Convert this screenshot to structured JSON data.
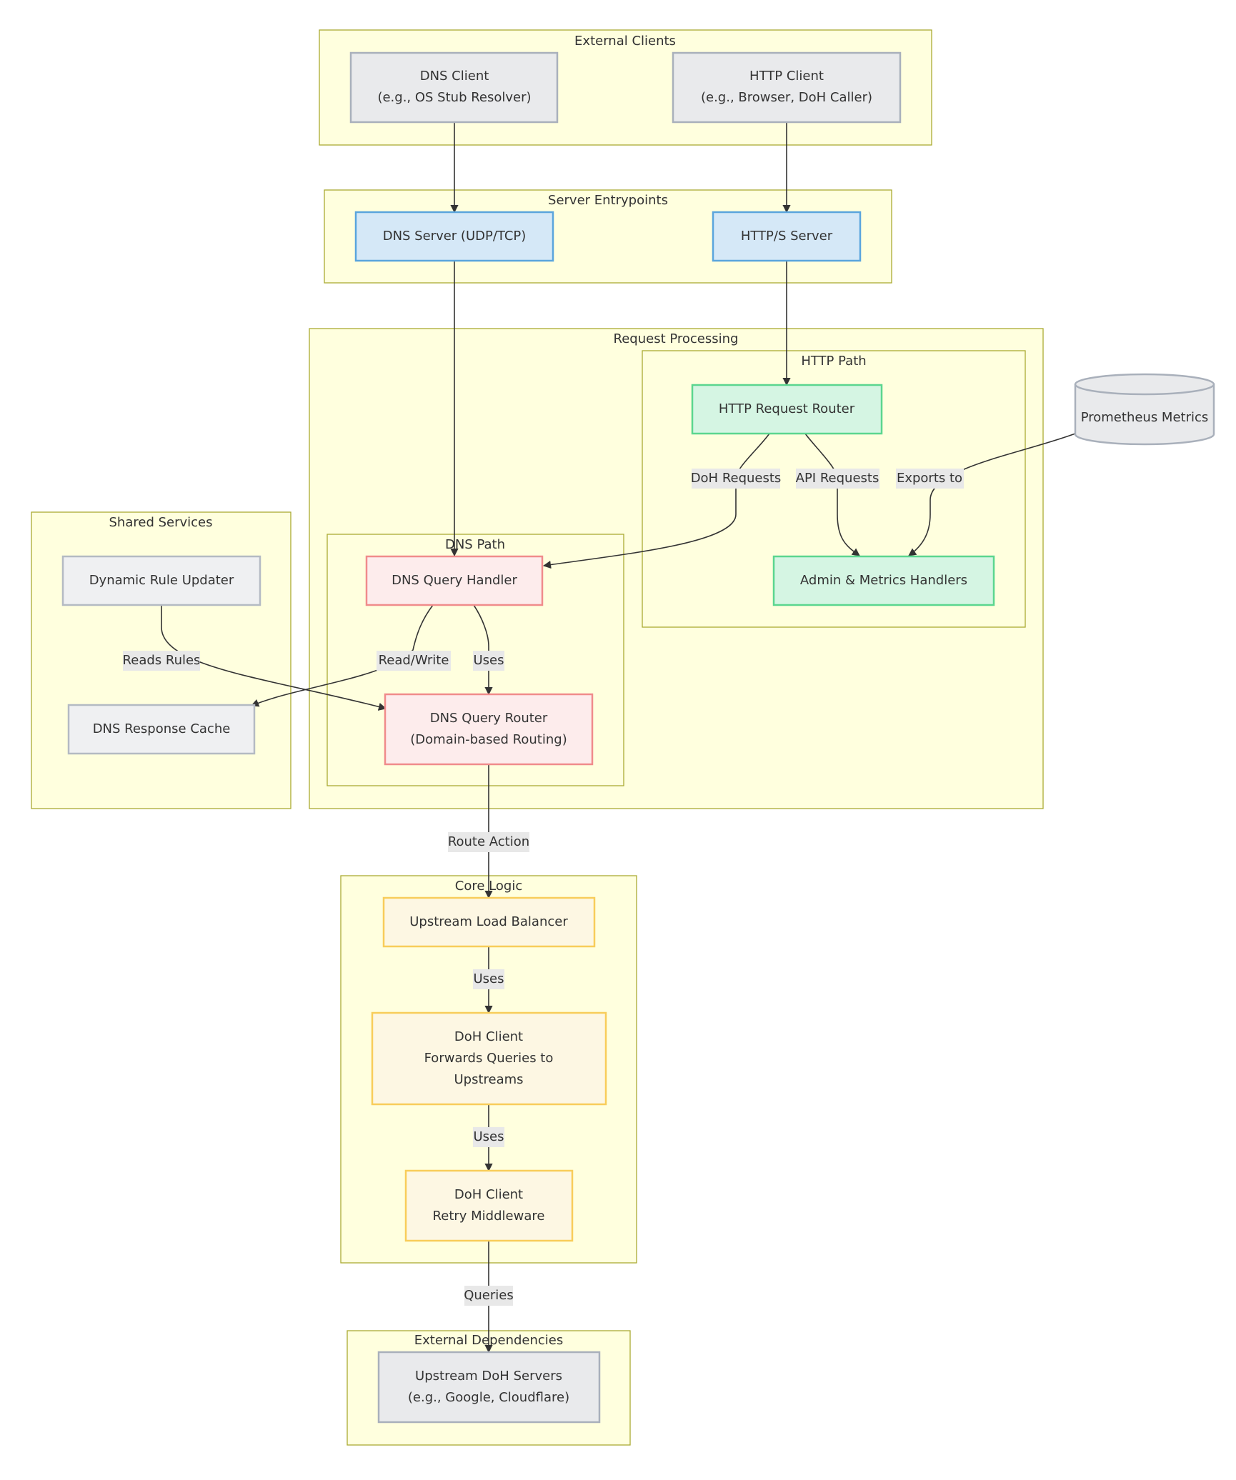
{
  "clusters": {
    "external_clients": "External Clients",
    "server_entrypoints": "Server Entrypoints",
    "request_processing": "Request Processing",
    "http_path": "HTTP Path",
    "dns_path": "DNS Path",
    "shared_services": "Shared Services",
    "core_logic": "Core Logic",
    "external_dependencies": "External Dependencies"
  },
  "nodes": {
    "dns_client": [
      "DNS Client",
      "(e.g., OS Stub Resolver)"
    ],
    "http_client": [
      "HTTP Client",
      "(e.g., Browser, DoH Caller)"
    ],
    "dns_server": [
      "DNS Server (UDP/TCP)"
    ],
    "https_server": [
      "HTTP/S Server"
    ],
    "http_request_router": [
      "HTTP Request Router"
    ],
    "prometheus_metrics": [
      "Prometheus Metrics"
    ],
    "admin_metrics_handlers": [
      "Admin & Metrics Handlers"
    ],
    "dynamic_rule_updater": [
      "Dynamic Rule Updater"
    ],
    "dns_response_cache": [
      "DNS Response Cache"
    ],
    "dns_query_handler": [
      "DNS Query Handler"
    ],
    "dns_query_router": [
      "DNS Query Router",
      "(Domain-based Routing)"
    ],
    "upstream_load_balancer": [
      "Upstream Load Balancer"
    ],
    "doh_client_forward": [
      "DoH Client",
      "Forwards Queries to",
      "Upstreams"
    ],
    "doh_client_retry": [
      "DoH Client",
      "Retry Middleware"
    ],
    "upstream_doh_servers": [
      "Upstream DoH Servers",
      "(e.g., Google, Cloudflare)"
    ]
  },
  "edge_labels": {
    "doh_requests": "DoH Requests",
    "api_requests": "API Requests",
    "exports_to": "Exports to",
    "reads_rules": "Reads Rules",
    "read_write": "Read/Write",
    "uses_router": "Uses",
    "route_action": "Route Action",
    "uses_doh_client": "Uses",
    "uses_retry": "Uses",
    "queries": "Queries"
  },
  "edges": [
    {
      "from": "dns_client",
      "to": "dns_server",
      "label": ""
    },
    {
      "from": "http_client",
      "to": "https_server",
      "label": ""
    },
    {
      "from": "dns_server",
      "to": "dns_query_handler",
      "label": ""
    },
    {
      "from": "https_server",
      "to": "http_request_router",
      "label": ""
    },
    {
      "from": "http_request_router",
      "to": "dns_query_handler",
      "label": "DoH Requests"
    },
    {
      "from": "http_request_router",
      "to": "admin_metrics_handlers",
      "label": "API Requests"
    },
    {
      "from": "prometheus_metrics",
      "to": "admin_metrics_handlers",
      "label": "Exports to"
    },
    {
      "from": "dynamic_rule_updater",
      "to": "dns_query_router",
      "label": "Reads Rules"
    },
    {
      "from": "dns_query_handler",
      "to": "dns_response_cache",
      "label": "Read/Write"
    },
    {
      "from": "dns_query_handler",
      "to": "dns_query_router",
      "label": "Uses"
    },
    {
      "from": "dns_query_router",
      "to": "upstream_load_balancer",
      "label": "Route Action"
    },
    {
      "from": "upstream_load_balancer",
      "to": "doh_client_forward",
      "label": "Uses"
    },
    {
      "from": "doh_client_forward",
      "to": "doh_client_retry",
      "label": "Uses"
    },
    {
      "from": "doh_client_retry",
      "to": "upstream_doh_servers",
      "label": "Queries"
    }
  ]
}
